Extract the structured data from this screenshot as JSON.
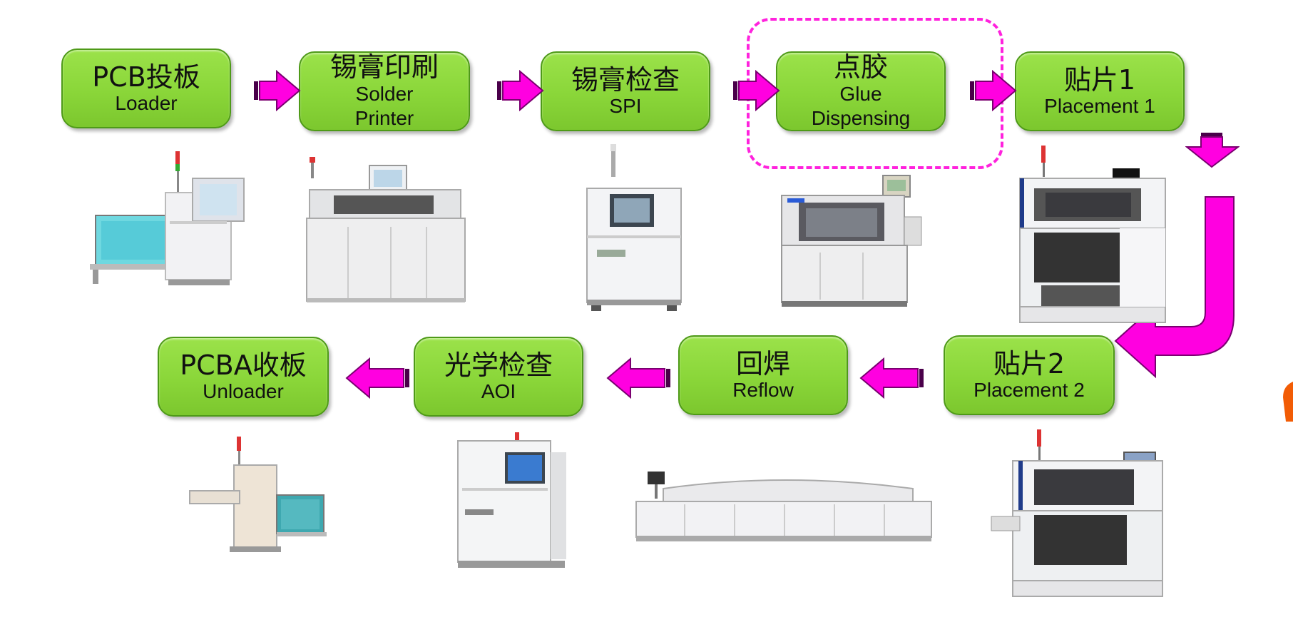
{
  "colors": {
    "box_fill": "#8ad639",
    "box_border": "#4e9a18",
    "arrow": "#ff00e0",
    "highlight": "#ff22dd"
  },
  "steps": [
    {
      "zh": "PCB投板",
      "en": "Loader"
    },
    {
      "zh": "锡膏印刷",
      "en": "Solder Printer"
    },
    {
      "zh": "锡膏检查",
      "en": "SPI"
    },
    {
      "zh": "点胶",
      "en": "Glue Dispensing"
    },
    {
      "zh": "贴片1",
      "en": "Placement 1"
    },
    {
      "zh": "贴片2",
      "en": "Placement 2"
    },
    {
      "zh": "回焊",
      "en": "Reflow"
    },
    {
      "zh": "光学检查",
      "en": "AOI"
    },
    {
      "zh": "PCBA收板",
      "en": "Unloader"
    }
  ],
  "machines": [
    {
      "icon": "loader-machine-icon"
    },
    {
      "icon": "solder-printer-machine-icon"
    },
    {
      "icon": "spi-machine-icon"
    },
    {
      "icon": "glue-dispenser-machine-icon"
    },
    {
      "icon": "placement-machine-1-icon"
    },
    {
      "icon": "placement-machine-2-icon"
    },
    {
      "icon": "reflow-oven-icon"
    },
    {
      "icon": "aoi-machine-icon"
    },
    {
      "icon": "unloader-machine-icon"
    }
  ]
}
